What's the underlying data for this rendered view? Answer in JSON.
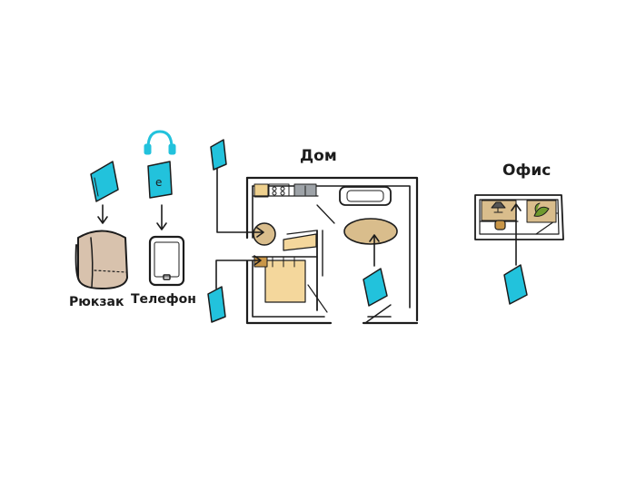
{
  "labels": {
    "backpack": "Рюкзак",
    "phone": "Телефон",
    "home": "Дом",
    "office": "Офис"
  },
  "icons": {
    "book": "book-icon",
    "headphones": "headphones-icon",
    "ebook": "ebook-icon",
    "backpack": "backpack-icon",
    "smartphone": "smartphone-icon",
    "floor_plan": "floor-plan",
    "office_plan": "office-plan"
  },
  "colors": {
    "book_cyan": "#22c2dc",
    "ink": "#1c1c1c",
    "backpack_fill": "#d8c2ad",
    "table_fill": "#d9bd8c",
    "bed_fill": "#f4d79c",
    "counter_fill": "#eed08e",
    "plant_green": "#6f9a2e"
  }
}
